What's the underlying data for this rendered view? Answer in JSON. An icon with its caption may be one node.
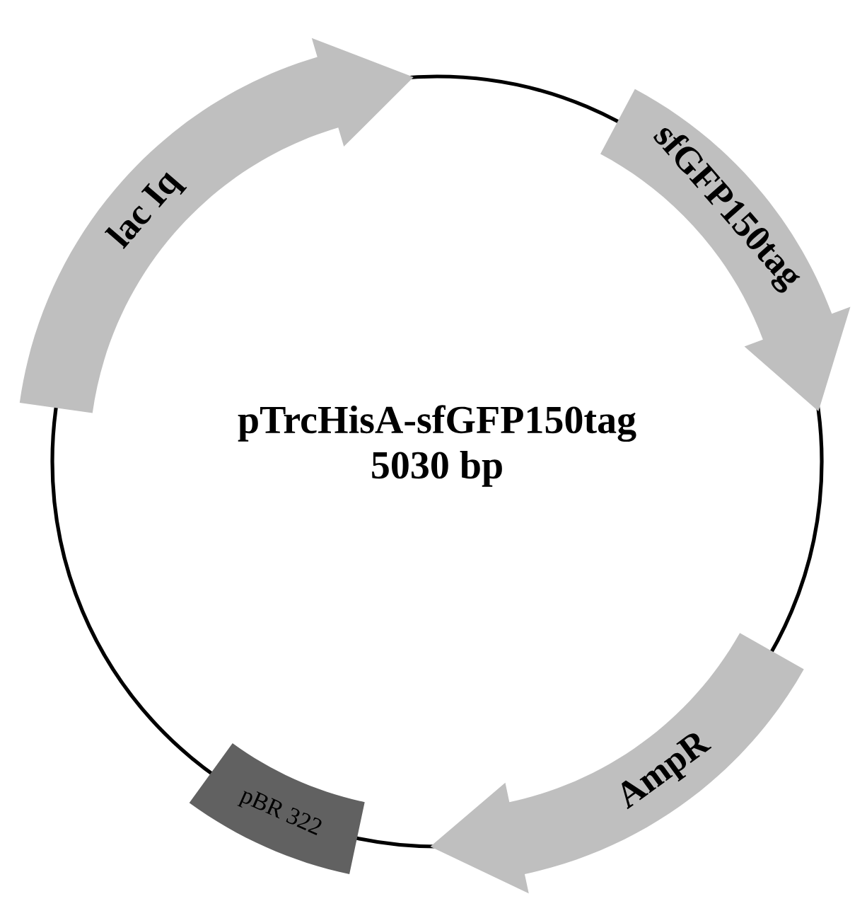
{
  "diagram": {
    "nodes": [
      {
        "text": [
          "pTrcHisA-sfGFP150tag",
          "5030 bp"
        ]
      },
      {
        "text": [
          "lac Iq"
        ]
      },
      {
        "text": [
          "sfGFP150tag"
        ]
      },
      {
        "text": [
          "AmpR"
        ]
      },
      {
        "text": [
          "pBR 322"
        ]
      }
    ]
  }
}
